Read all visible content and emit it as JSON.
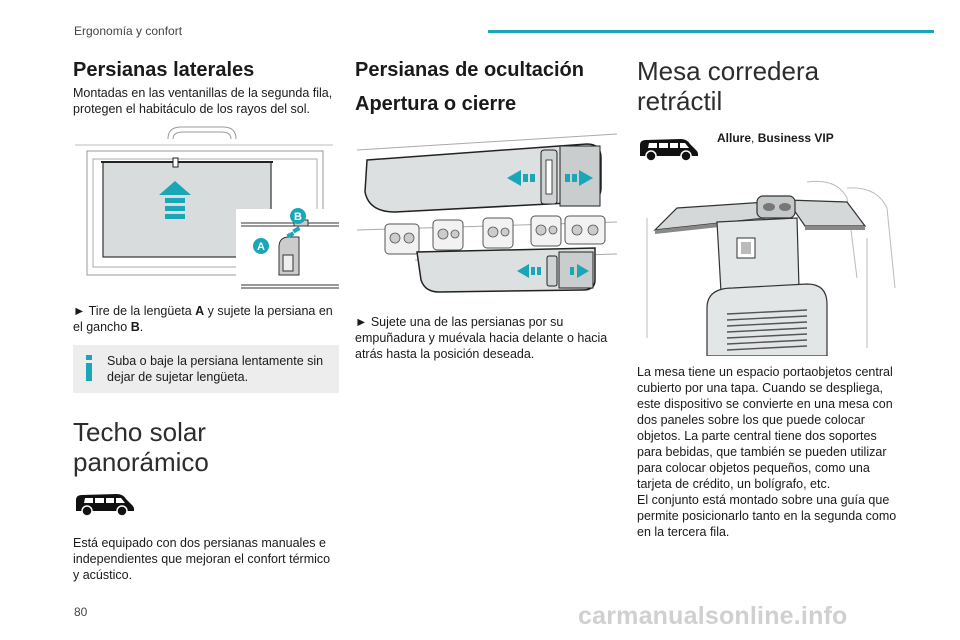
{
  "header": {
    "section": "Ergonomía y confort",
    "accent": "#1aa6b7"
  },
  "page_number": "80",
  "watermark": "carmanualsonline.info",
  "col1": {
    "title": "Persianas laterales",
    "intro": "Montadas en las ventanillas de la segunda fila, protegen el habitáculo de los rayos del sol.",
    "label_a": "A",
    "label_b": "B",
    "step_pre": "► Tire de la lengüeta ",
    "step_a": "A",
    "step_mid": " y sujete la persiana en el gancho ",
    "step_b": "B",
    "step_end": ".",
    "note": "Suba o baje la persiana lentamente sin dejar de sujetar lengüeta.",
    "sunroof_title": "Techo solar panorámico",
    "sunroof_text": "Está equipado con dos persianas manuales e independientes que mejoran el confort térmico y acústico."
  },
  "col2": {
    "title": "Persianas de ocultación",
    "subtitle": "Apertura o cierre",
    "step": "► Sujete una de las persianas por su empuñadura y muévala hacia delante o hacia atrás hasta la posición deseada."
  },
  "col3": {
    "title": "Mesa corredera retráctil",
    "versions_a": "Allure",
    "versions_sep": ", ",
    "versions_b": "Business VIP",
    "body_1": "La mesa tiene un espacio portaobjetos central cubierto por una tapa. Cuando se despliega, este dispositivo se convierte en una mesa con dos paneles sobre los que puede colocar objetos. La parte central tiene dos soportes para bebidas, que también se pueden utilizar para colocar objetos pequeños, como una tarjeta de crédito, un bolígrafo, etc.",
    "body_2": "El conjunto está montado sobre una guía que permite posicionarlo tanto en la segunda como en la tercera fila."
  }
}
